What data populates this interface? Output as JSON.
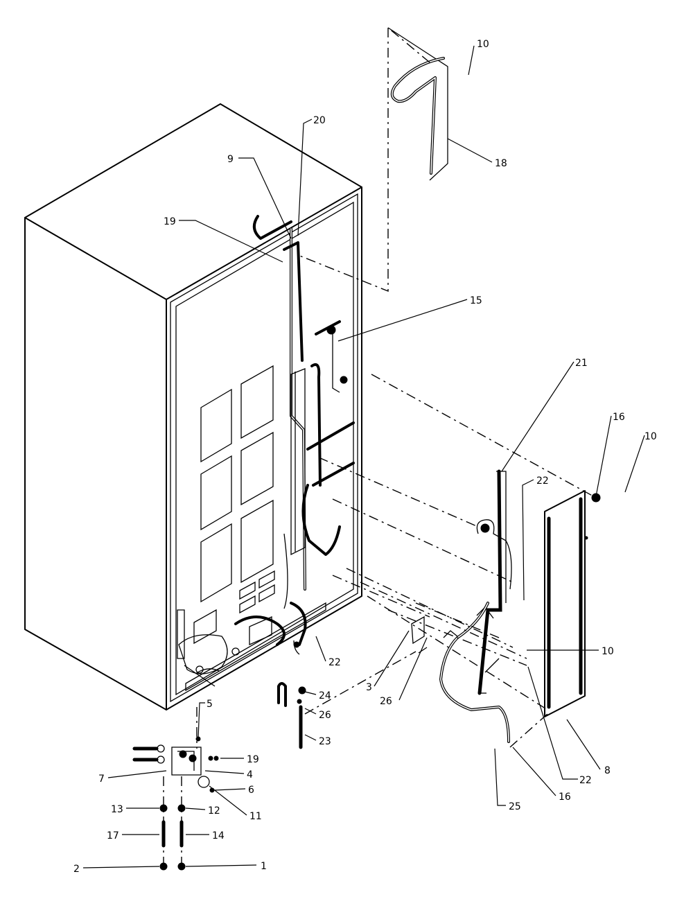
{
  "diagram": {
    "callouts": [
      {
        "id": "c10-top",
        "text": "10"
      },
      {
        "id": "c18",
        "text": "18"
      },
      {
        "id": "c20",
        "text": "20"
      },
      {
        "id": "c9",
        "text": "9"
      },
      {
        "id": "c19-top",
        "text": "19"
      },
      {
        "id": "c15",
        "text": "15"
      },
      {
        "id": "c21",
        "text": "21"
      },
      {
        "id": "c16-top",
        "text": "16"
      },
      {
        "id": "c10-right",
        "text": "10"
      },
      {
        "id": "c22-right",
        "text": "22"
      },
      {
        "id": "c10-mid",
        "text": "10"
      },
      {
        "id": "c22-bottom",
        "text": "22"
      },
      {
        "id": "c3",
        "text": "3"
      },
      {
        "id": "c26-right",
        "text": "26"
      },
      {
        "id": "c24",
        "text": "24"
      },
      {
        "id": "c26-left",
        "text": "26"
      },
      {
        "id": "c23",
        "text": "23"
      },
      {
        "id": "c5",
        "text": "5"
      },
      {
        "id": "c19-bottom",
        "text": "19"
      },
      {
        "id": "c7",
        "text": "7"
      },
      {
        "id": "c4",
        "text": "4"
      },
      {
        "id": "c6",
        "text": "6"
      },
      {
        "id": "c11",
        "text": "11"
      },
      {
        "id": "c13",
        "text": "13"
      },
      {
        "id": "c12",
        "text": "12"
      },
      {
        "id": "c17",
        "text": "17"
      },
      {
        "id": "c14",
        "text": "14"
      },
      {
        "id": "c2",
        "text": "2"
      },
      {
        "id": "c1",
        "text": "1"
      },
      {
        "id": "c22-lower",
        "text": "22"
      },
      {
        "id": "c8",
        "text": "8"
      },
      {
        "id": "c16-bottom",
        "text": "16"
      },
      {
        "id": "c25",
        "text": "25"
      }
    ]
  }
}
